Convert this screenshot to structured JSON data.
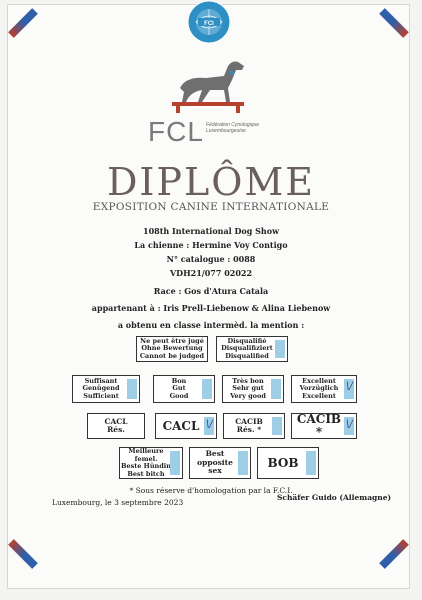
{
  "seal": {
    "label": "FCI",
    "ring_text": "FÉDÉRATION CYNOLOGIQUE INTERNATIONALE"
  },
  "fcl": {
    "logo_text": "FCL",
    "subtitle": "Fédération Cynologique Luxembourgeoise"
  },
  "title": "DIPLÔME",
  "subtitle": "EXPOSITION CANINE INTERNATIONALE",
  "show": "108th International Dog Show",
  "dog_line": "La chienne :  Hermine Voy Contigo",
  "catalogue": "N° catalogue : 0088",
  "registration": "VDH21/077 02022",
  "breed": "Race : Gos d'Atura Catala",
  "owner": "appartenant à : Iris Prell-Liebenow & Alina Liebenow",
  "result_intro": "a obtenu en classe intermèd. la mention :",
  "boxes": {
    "not_judged": "Ne peut être jugé\nOhne Bewertung\nCannot be judged",
    "disqualified": "Disqualifié\nDisqualifiziert\nDisqualified",
    "sufficient": "Suffisant\nGenügend\nSufficient",
    "good": "Bon\nGut\nGood",
    "very_good": "Très bon\nSehr gut\nVery good",
    "excellent": "Excellent\nVorzüglich\nExcellent",
    "cacl_res": "CACL\nRés.",
    "cacl": "CACL",
    "cacib_res": "CACIB\nRés. *",
    "cacib": "CACIB *",
    "best_female": "Meilleure femel.\nBeste Hündin\nBest bitch",
    "best_opposite": "Best\nopposite\nsex",
    "bob": "BOB"
  },
  "tick_mark": "\\/",
  "footnote": "* Sous réserve d'homologation par la F.C.I.",
  "place_date": "Luxembourg, le 3 septembre 2023",
  "judge": "Schäfer Guido (Allemagne)",
  "colors": {
    "accent_blue": "#2f5fa8",
    "accent_red": "#b8402e",
    "tick_fill": "#9ecde6"
  }
}
